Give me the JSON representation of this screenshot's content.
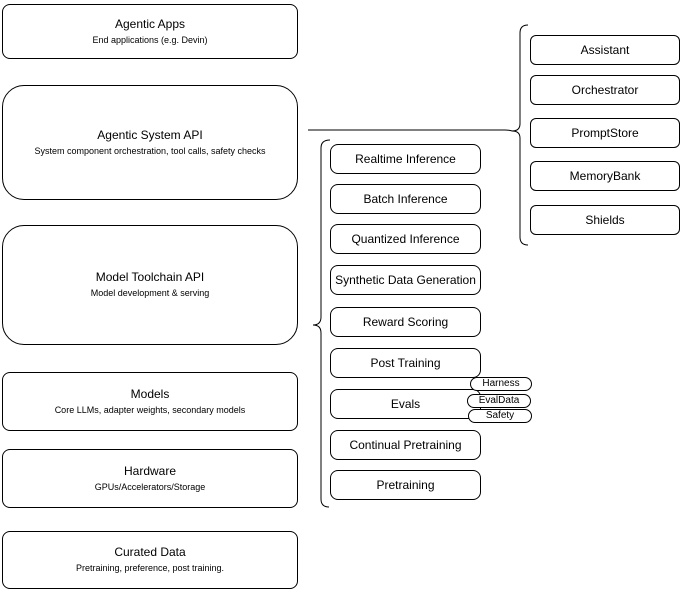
{
  "diagram": {
    "left": [
      {
        "title": "Agentic Apps",
        "subtitle": "End applications (e.g. Devin)"
      },
      {
        "title": "Agentic System API",
        "subtitle": "System component orchestration, tool calls, safety checks"
      },
      {
        "title": "Model Toolchain API",
        "subtitle": "Model development & serving"
      },
      {
        "title": "Models",
        "subtitle": "Core LLMs, adapter weights, secondary models"
      },
      {
        "title": "Hardware",
        "subtitle": "GPUs/Accelerators/Storage"
      },
      {
        "title": "Curated Data",
        "subtitle": "Pretraining, preference, post training."
      }
    ],
    "toolchain": [
      "Realtime Inference",
      "Batch Inference",
      "Quantized Inference",
      "Synthetic Data Generation",
      "Reward Scoring",
      "Post Training",
      "Evals",
      "Continual Pretraining",
      "Pretraining"
    ],
    "system_components": [
      "Assistant",
      "Orchestrator",
      "PromptStore",
      "MemoryBank",
      "Shields"
    ],
    "eval_tags": [
      "Harness",
      "EvalData",
      "Safety"
    ],
    "colors": {
      "stroke": "#000000",
      "fill": "#ffffff",
      "text": "#000000"
    }
  }
}
